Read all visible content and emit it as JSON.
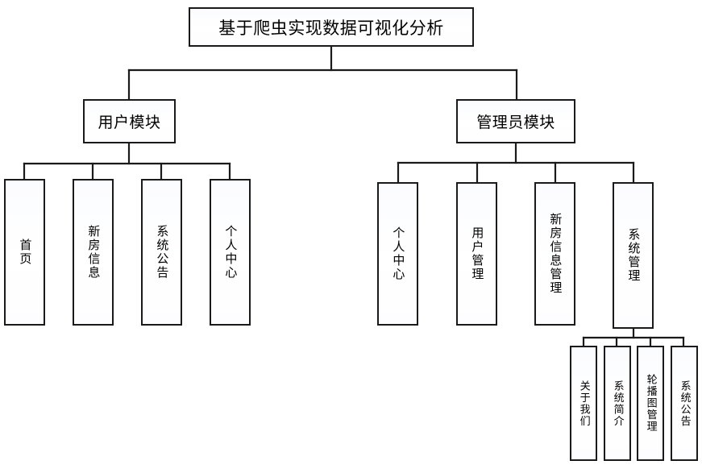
{
  "diagram": {
    "title": "基于爬虫实现数据可视化分析",
    "type": "功能结构图",
    "root": {
      "label": "基于爬虫实现数据可视化分析"
    },
    "modules": [
      {
        "label": "用户模块",
        "children": [
          {
            "label": "首页"
          },
          {
            "label": "新房信息"
          },
          {
            "label": "系统公告"
          },
          {
            "label": "个人中心"
          }
        ]
      },
      {
        "label": "管理员模块",
        "children": [
          {
            "label": "个人中心"
          },
          {
            "label": "用户管理"
          },
          {
            "label": "新房信息管理"
          },
          {
            "label": "系统管理",
            "children": [
              {
                "label": "关于我们"
              },
              {
                "label": "系统简介"
              },
              {
                "label": "轮播图管理"
              },
              {
                "label": "系统公告"
              }
            ]
          }
        ]
      }
    ],
    "colors": {
      "line": "#1a1a1a",
      "box_fill": "#fcfdff",
      "text": "#000000",
      "background": "#ffffff"
    }
  }
}
